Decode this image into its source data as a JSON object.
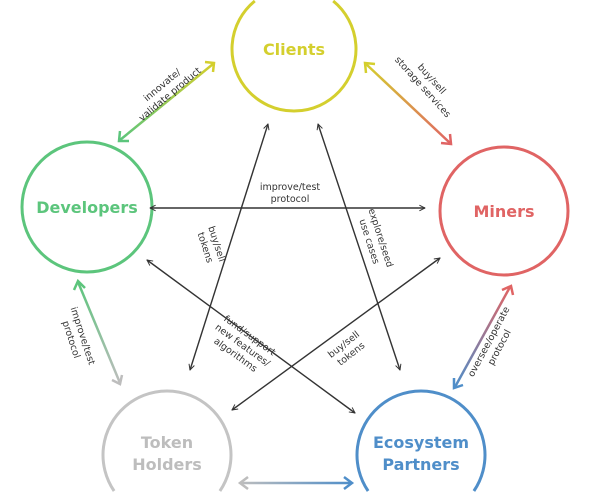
{
  "nodes": {
    "clients": {
      "label": "Clients",
      "color": "#d4cf2e"
    },
    "developers": {
      "label": "Developers",
      "color": "#5cc57c"
    },
    "miners": {
      "label": "Miners",
      "color": "#e06464"
    },
    "token_holders": {
      "label_1": "Token",
      "label_2": "Holders",
      "color": "#bdbdbd"
    },
    "ecosystem_partners": {
      "label_1": "Ecosystem",
      "label_2": "Partners",
      "color": "#4f8ec9"
    }
  },
  "edges": {
    "dev_clients": [
      "innovate/",
      "validate product"
    ],
    "clients_miners": [
      "buy/sell",
      "storage services"
    ],
    "dev_miners": [
      "improve/test",
      "protocol"
    ],
    "dev_token": [
      "improve/test",
      "protocol"
    ],
    "miners_eco": [
      "oversee/operate",
      "protocol"
    ],
    "clients_token": [
      "buy/sell",
      "tokens"
    ],
    "clients_eco": [
      "explore/seed",
      "use cases"
    ],
    "dev_eco": [
      "fund/support",
      "new features/",
      "algorithms"
    ],
    "miners_token": [
      "buy/sell",
      "tokens"
    ]
  }
}
